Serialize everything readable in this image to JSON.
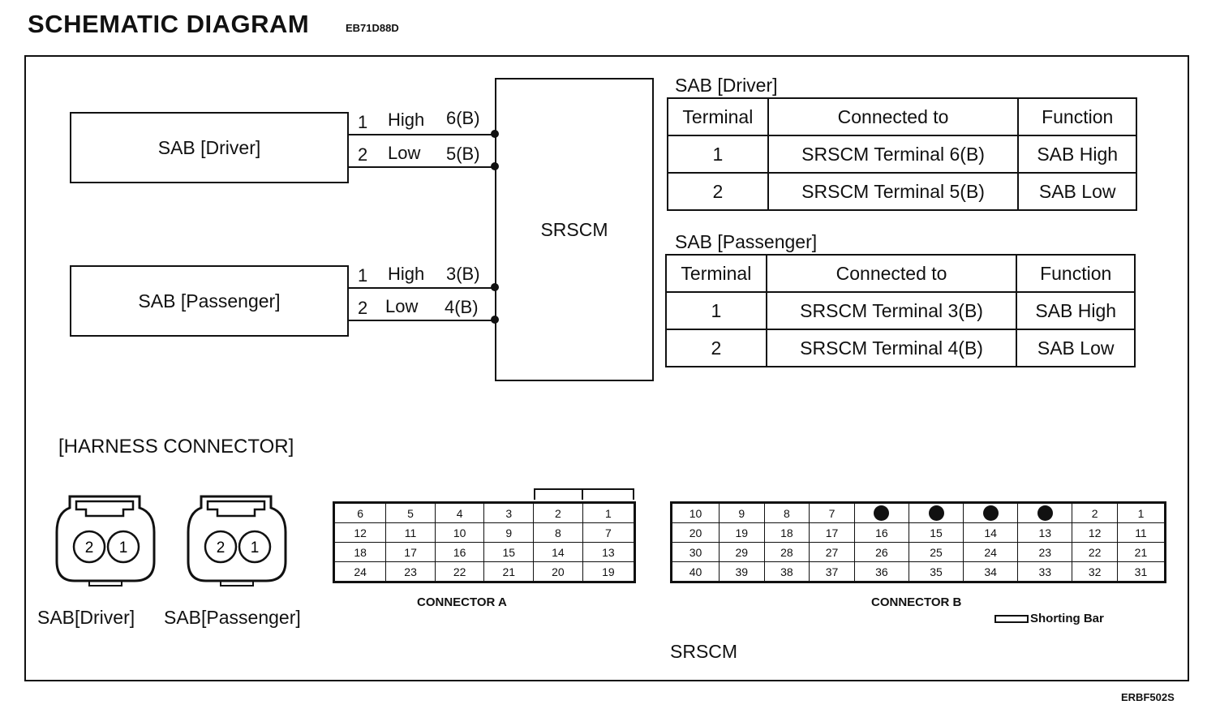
{
  "header": {
    "title": "SCHEMATIC DIAGRAM",
    "doc_id": "EB71D88D"
  },
  "schematic": {
    "driver_box": "SAB [Driver]",
    "passenger_box": "SAB [Passenger]",
    "module_box": "SRSCM",
    "driver_wires": [
      {
        "pin": "1",
        "signal": "High",
        "terminal": "6(B)"
      },
      {
        "pin": "2",
        "signal": "Low",
        "terminal": "5(B)"
      }
    ],
    "passenger_wires": [
      {
        "pin": "1",
        "signal": "High",
        "terminal": "3(B)"
      },
      {
        "pin": "2",
        "signal": "Low",
        "terminal": "4(B)"
      }
    ]
  },
  "tables": [
    {
      "title": "SAB [Driver]",
      "headers": [
        "Terminal",
        "Connected to",
        "Function"
      ],
      "rows": [
        [
          "1",
          "SRSCM Terminal 6(B)",
          "SAB High"
        ],
        [
          "2",
          "SRSCM Terminal 5(B)",
          "SAB Low"
        ]
      ]
    },
    {
      "title": "SAB [Passenger]",
      "headers": [
        "Terminal",
        "Connected to",
        "Function"
      ],
      "rows": [
        [
          "1",
          "SRSCM Terminal 3(B)",
          "SAB High"
        ],
        [
          "2",
          "SRSCM Terminal 4(B)",
          "SAB Low"
        ]
      ]
    }
  ],
  "harness": {
    "title": "[HARNESS CONNECTOR]",
    "sab_plugs": [
      {
        "label": "SAB[Driver]",
        "pins": [
          "2",
          "1"
        ]
      },
      {
        "label": "SAB[Passenger]",
        "pins": [
          "2",
          "1"
        ]
      }
    ],
    "connector_a": {
      "label": "CONNECTOR A",
      "rows": [
        [
          "6",
          "5",
          "4",
          "3",
          "2",
          "1"
        ],
        [
          "12",
          "11",
          "10",
          "9",
          "8",
          "7"
        ],
        [
          "18",
          "17",
          "16",
          "15",
          "14",
          "13"
        ],
        [
          "24",
          "23",
          "22",
          "21",
          "20",
          "19"
        ]
      ]
    },
    "connector_b": {
      "label": "CONNECTOR B",
      "rows": [
        [
          "10",
          "9",
          "8",
          "7",
          "",
          "",
          "",
          "",
          "2",
          "1"
        ],
        [
          "20",
          "19",
          "18",
          "17",
          "16",
          "15",
          "14",
          "13",
          "12",
          "11"
        ],
        [
          "30",
          "29",
          "28",
          "27",
          "26",
          "25",
          "24",
          "23",
          "22",
          "21"
        ],
        [
          "40",
          "39",
          "38",
          "37",
          "36",
          "35",
          "34",
          "33",
          "32",
          "31"
        ]
      ],
      "filled_cells": [
        4,
        5,
        6,
        7
      ]
    },
    "legend": "Shorting Bar",
    "module_label": "SRSCM"
  },
  "footer_code": "ERBF502S"
}
